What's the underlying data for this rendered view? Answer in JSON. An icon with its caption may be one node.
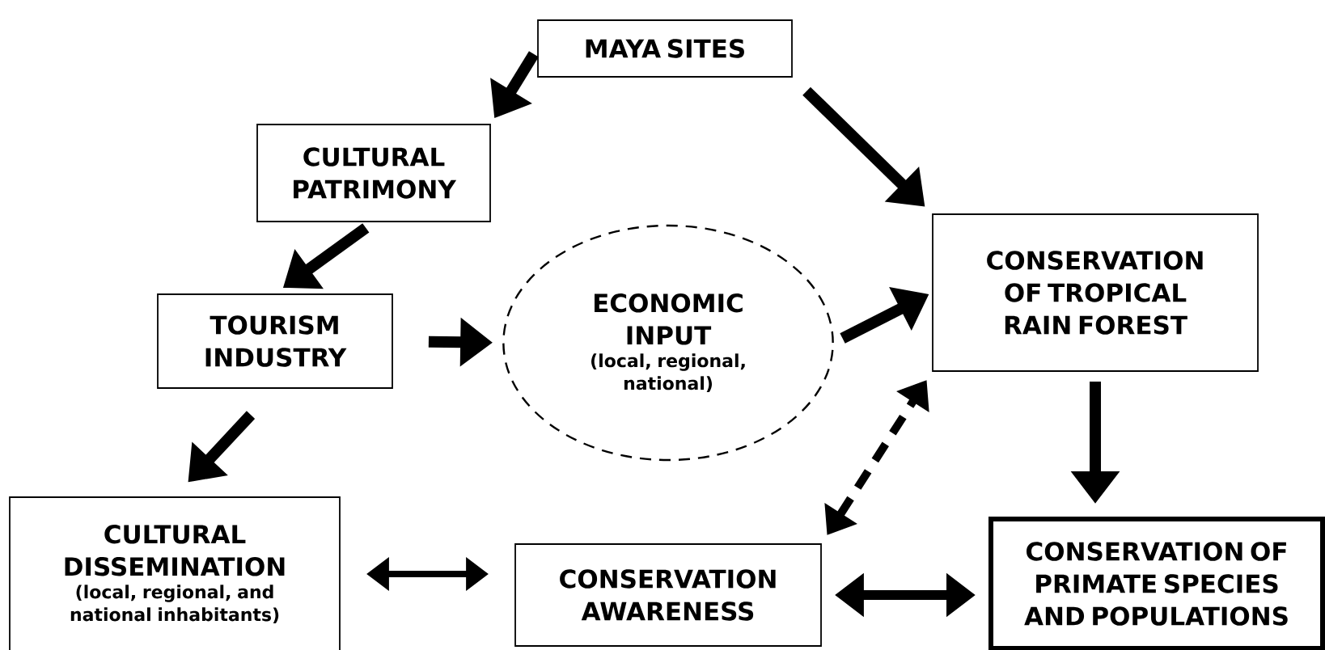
{
  "diagram": {
    "nodes": [
      {
        "text": [
          "MAYA SITES"
        ]
      },
      {
        "text": [
          "CULTURAL PATRIMONY"
        ]
      },
      {
        "text": [
          "TOURISM INDUSTRY"
        ]
      },
      {
        "text": [
          "ECONOMIC INPUT",
          "(local, regional, national)"
        ]
      },
      {
        "text": [
          "CONSERVATION OF TROPICAL RAIN FOREST"
        ]
      },
      {
        "text": [
          "CULTURAL DISSEMINATION",
          "(local, regional, and national inhabitants)"
        ]
      },
      {
        "text": [
          "CONSERVATION AWARENESS"
        ]
      },
      {
        "text": [
          "CONSERVATION OF PRIMATE SPECIES AND POPULATIONS"
        ]
      }
    ],
    "edges": [
      {
        "from": 0,
        "to": 1,
        "arrow": "to"
      },
      {
        "from": 0,
        "to": 4,
        "arrow": "to"
      },
      {
        "from": 1,
        "to": 2,
        "arrow": "to"
      },
      {
        "from": 2,
        "to": 3,
        "arrow": "to"
      },
      {
        "from": 3,
        "to": 4,
        "arrow": "to"
      },
      {
        "from": 2,
        "to": 5,
        "arrow": "to"
      },
      {
        "from": 4,
        "to": 7,
        "arrow": "to"
      },
      {
        "from": 6,
        "to": 4,
        "arrow": "both",
        "style": "dashed"
      },
      {
        "from": 5,
        "to": 6,
        "arrow": "both"
      },
      {
        "from": 6,
        "to": 7,
        "arrow": "both"
      }
    ]
  }
}
